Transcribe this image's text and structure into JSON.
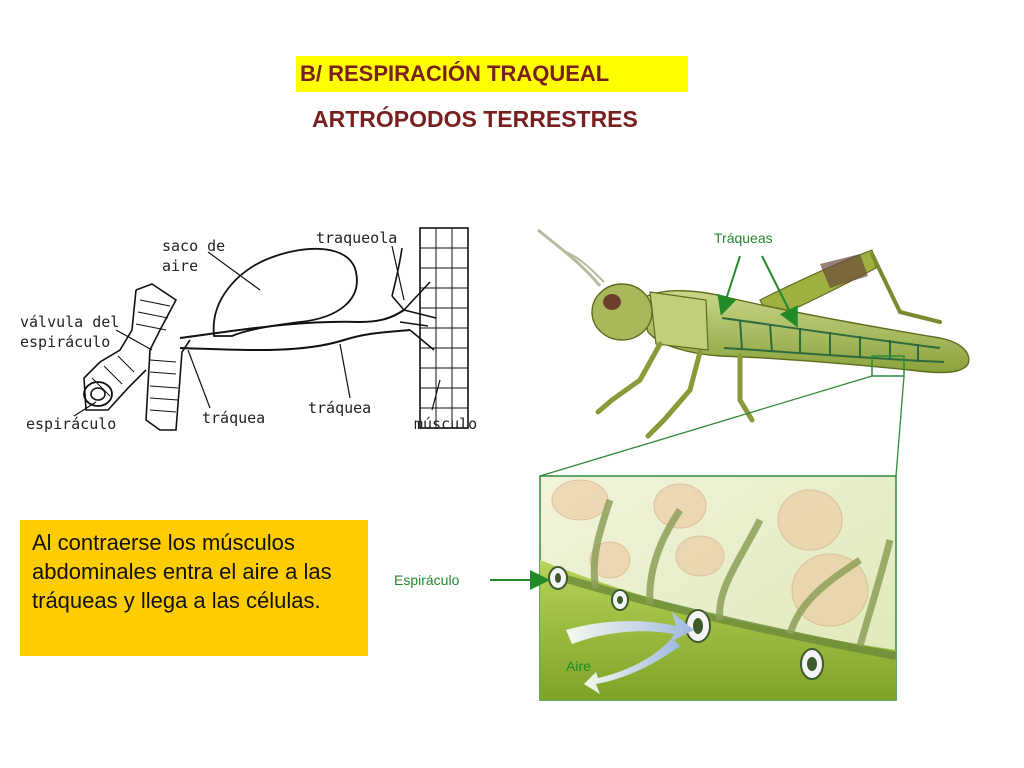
{
  "header": {
    "title": "B/ RESPIRACIÓN TRAQUEAL",
    "subtitle": "ARTRÓPODOS TERRESTRES"
  },
  "left_diagram": {
    "labels": {
      "saco_de_aire": [
        "saco de",
        "aire"
      ],
      "traqueola": "traqueola",
      "valvula_espiraculo": [
        "válvula del",
        "espiráculo"
      ],
      "espiraculo": "espiráculo",
      "traquea_1": "tráquea",
      "traquea_2": "tráquea",
      "musculo": "músculo"
    }
  },
  "right_diagram": {
    "labels": {
      "traqueas": "Tráqueas",
      "espiraculo": "Espiráculo",
      "aire": "Aire"
    }
  },
  "note": {
    "text": "Al contraerse los músculos abdominales entra el aire a las tráqueas y llega a las células."
  },
  "colors": {
    "title_bg": "#ffff00",
    "title_text": "#7a1f1f",
    "note_bg": "#ffcc00",
    "label_green": "#238a2a"
  }
}
